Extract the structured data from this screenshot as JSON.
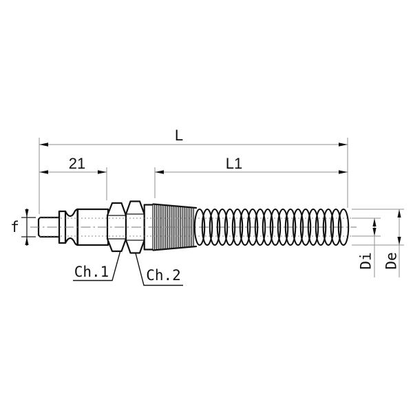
{
  "diagram": {
    "labels": {
      "overall_length": "L",
      "plug_section_length": "21",
      "spring_section_length": "L1",
      "stem_diameter": "f",
      "hex_flats_1": "Ch.1",
      "hex_flats_2": "Ch.2",
      "inner_diameter": "Di",
      "outer_diameter": "De"
    },
    "colors": {
      "background": "#ffffff",
      "outline": "#111111",
      "thin_lines": "#8f8f8f",
      "text": "#111111"
    }
  }
}
